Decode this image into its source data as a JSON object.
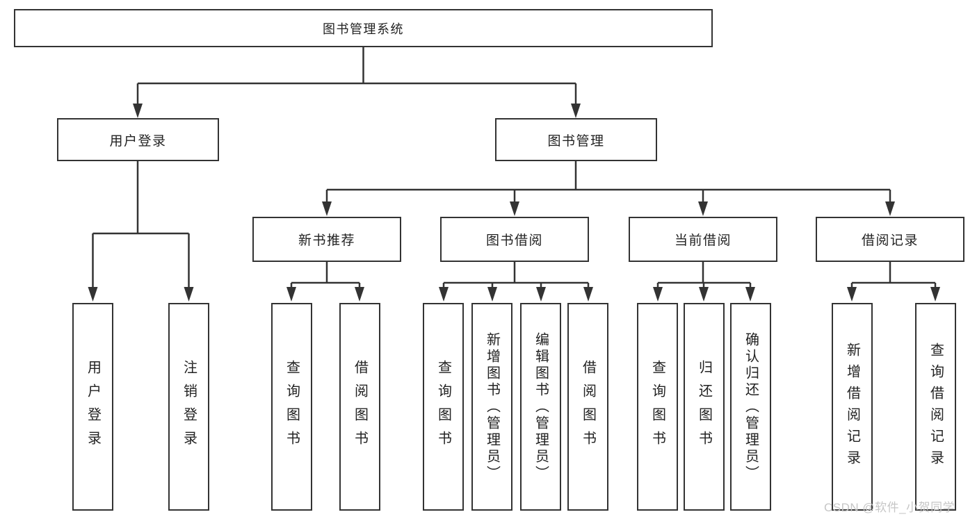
{
  "diagram": {
    "root": "图书管理系统",
    "level2": [
      "用户登录",
      "图书管理"
    ],
    "level3": [
      "新书推荐",
      "图书借阅",
      "当前借阅",
      "借阅记录"
    ],
    "leaves": {
      "user_login": [
        "用户登录",
        "注销登录"
      ],
      "new_books": [
        "查询图书",
        "借阅图书"
      ],
      "book_borrow": [
        "查询图书",
        "新增图书（管理员）",
        "编辑图书（管理员）",
        "借阅图书"
      ],
      "current_borrow": [
        "查询图书",
        "归还图书",
        "确认归还（管理员）"
      ],
      "borrow_records": [
        "新增借阅记录",
        "查询借阅记录"
      ]
    },
    "watermark": "CSDN @软件_小贺同学",
    "colors": {
      "line": "#333333",
      "text": "#222222",
      "box_bg": "#ffffff",
      "watermark": "#c6c6c6"
    }
  }
}
